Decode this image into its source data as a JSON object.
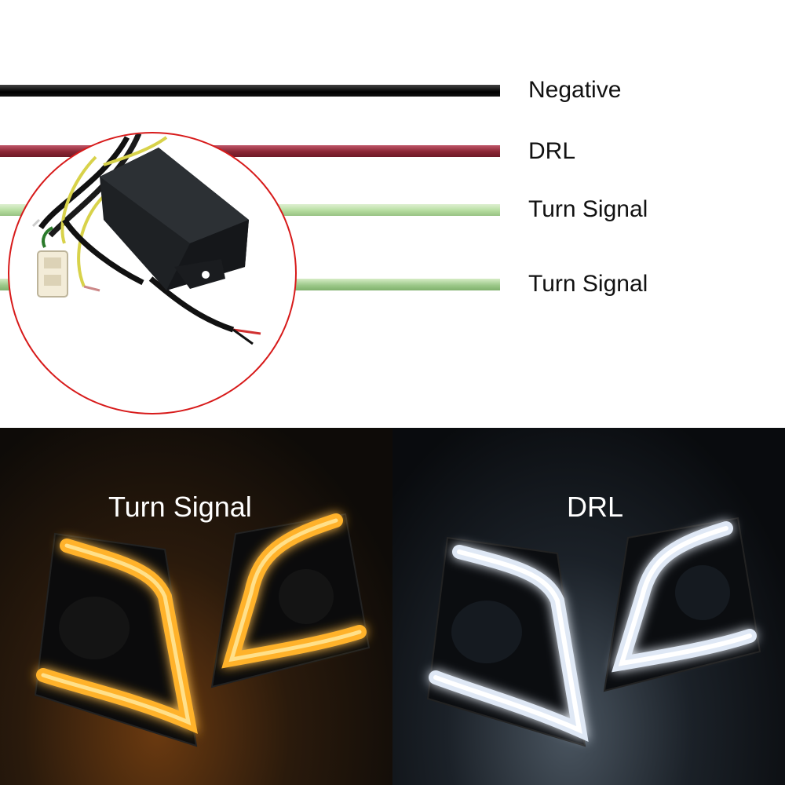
{
  "wires": [
    {
      "label": "Negative",
      "color": "#111111"
    },
    {
      "label": "DRL",
      "color": "#8a2634"
    },
    {
      "label": "Turn Signal",
      "color": "#b6dda0"
    },
    {
      "label": "Turn Signal",
      "color": "#9dc98a"
    }
  ],
  "inset": {
    "border_color": "#d71a1a"
  },
  "panels": {
    "left": {
      "label": "Turn Signal",
      "glow_color": "#ffb22a",
      "background": "#1a120b"
    },
    "right": {
      "label": "DRL",
      "glow_color": "#ffffff",
      "background": "#0f1216"
    }
  }
}
